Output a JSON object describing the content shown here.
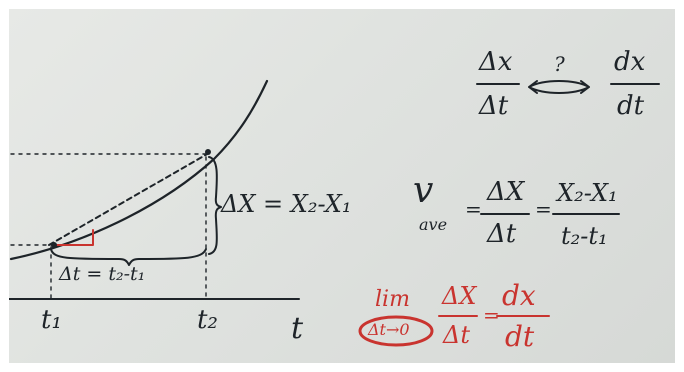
{
  "colors": {
    "board": "#dfe2df",
    "ink": "#1e2429",
    "red_ink": "#c9342f",
    "frame": "#ffffff"
  },
  "top_formula": {
    "lhs_num": "Δx",
    "lhs_den": "Δt",
    "question": "?",
    "rhs_num": "dx",
    "rhs_den": "dt"
  },
  "graph": {
    "delta_x_label": "ΔX = X₂-X₁",
    "delta_t_label": "Δt = t₂-t₁",
    "t1_label": "t₁",
    "t2_label": "t₂",
    "axis_label": "t"
  },
  "velocity": {
    "symbol": "v",
    "subscript": "ave",
    "frac1_num": "ΔX",
    "frac1_den": "Δt",
    "frac2_num": "X₂-X₁",
    "frac2_den": "t₂-t₁"
  },
  "limit": {
    "lim": "lim",
    "condition": "Δt→0",
    "frac1_num": "ΔX",
    "frac1_den": "Δt",
    "frac2_num": "dx",
    "frac2_den": "dt"
  }
}
